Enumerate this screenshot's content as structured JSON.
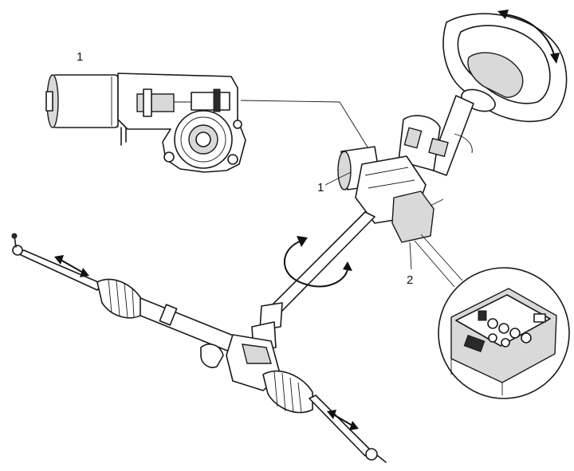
{
  "labels": {
    "motor_detail": "1",
    "motor_assembly": "1",
    "control_unit": "2"
  }
}
